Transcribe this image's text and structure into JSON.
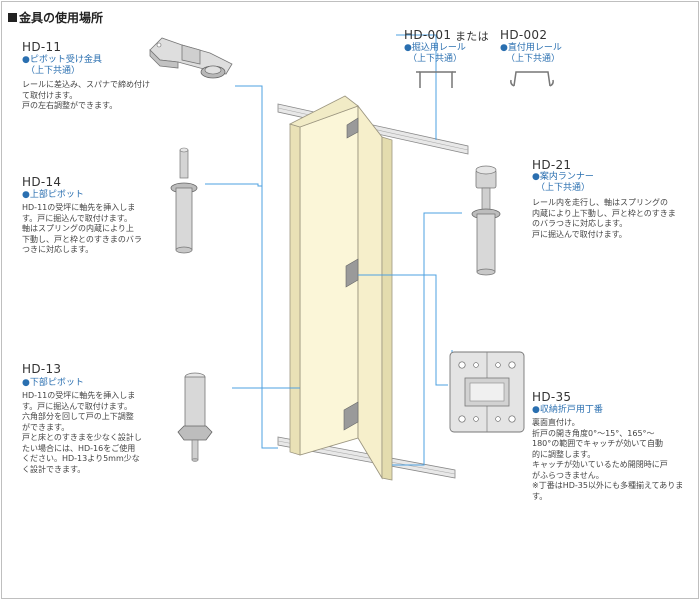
{
  "heading": "金具の使用場所",
  "hd11": {
    "code": "HD-11",
    "name": "●ピボット受け金具",
    "sub": "（上下共通）",
    "desc": [
      "レールに差込み、スパナで締め付け",
      "て取付けます。",
      "戸の左右調整ができます。"
    ]
  },
  "hd14": {
    "code": "HD-14",
    "name": "●上部ピボット",
    "desc": [
      "HD-11の受坪に軸先を挿入しま",
      "す。戸に掘込んで取付けます。",
      "軸はスプリングの内蔵により上",
      "下動し、戸と枠とのすきまのバラ",
      "つきに対応します。"
    ]
  },
  "hd13": {
    "code": "HD-13",
    "name": "●下部ピボット",
    "desc": [
      "HD-11の受坪に軸先を挿入しま",
      "す。戸に掘込んで取付けます。",
      "六角部分を回して戸の上下調整",
      "ができます。",
      "戸と床とのすきまを少なく設計し",
      "たい場合には、HD-16をご使用",
      "ください。HD-13より5mm少な",
      "く設計できます。"
    ]
  },
  "rail": {
    "code1": "HD-001",
    "or": "または",
    "code2": "HD-002",
    "name1": "●掘込用レール",
    "sub1": "（上下共通）",
    "name2": "●直付用レール",
    "sub2": "（上下共通）"
  },
  "hd21": {
    "code": "HD-21",
    "name": "●案内ランナー",
    "sub": "（上下共通）",
    "desc": [
      "レール内を走行し、軸はスプリングの",
      "内蔵により上下動し、戸と枠とのすきま",
      "のバラつきに対応します。",
      "戸に掘込んで取付けます。"
    ]
  },
  "hd35": {
    "code": "HD-35",
    "name": "●収納折戸用丁番",
    "desc": [
      "裏面直付け。",
      "折戸の開き角度0°～15°、165°～",
      "180°の範囲でキャッチが効いて自動",
      "的に調整します。",
      "キャッチが効いているため開閉時に戸",
      "がふらつきません。",
      "※丁番はHD-35以外にも多種揃えてありま",
      "す。"
    ]
  },
  "colors": {
    "line": "#4da0e0",
    "blue_text": "#2a6fb0",
    "door_face": "#fbf6d8",
    "door_edge": "#e4dcae",
    "metal": "#c8c8c8",
    "metal_dark": "#8a8a8a"
  }
}
